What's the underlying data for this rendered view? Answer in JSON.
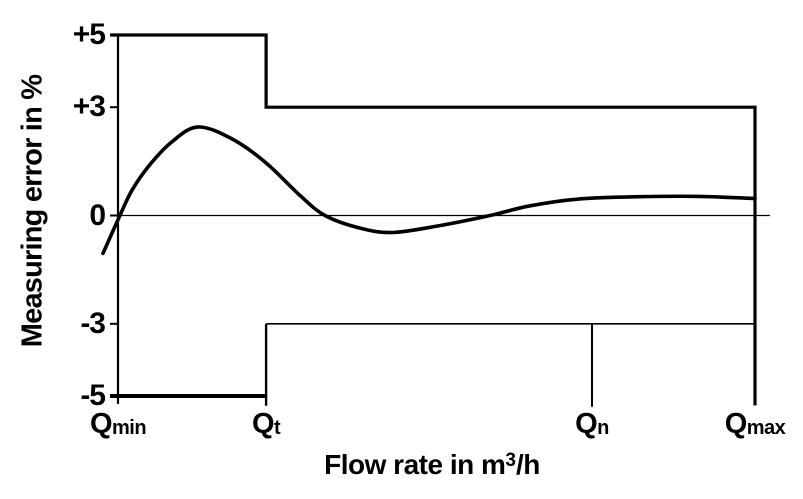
{
  "chart_data": {
    "type": "line",
    "title": "",
    "ylabel": "Measuring error in %",
    "xlabel": "Flow rate in m³/h",
    "xlabel_parts": {
      "pre": "Flow rate in m",
      "sup": "3",
      "post": "/h"
    },
    "background_color": "#ffffff",
    "line_color": "#000000",
    "grid": false,
    "legend": false,
    "y_axis": {
      "unit": "%",
      "ylim": [
        -5,
        5
      ],
      "ticks": [
        {
          "label": "+5",
          "value": 5
        },
        {
          "label": "+3",
          "value": 3
        },
        {
          "label": "0",
          "value": 0
        },
        {
          "label": "-3",
          "value": -3
        },
        {
          "label": "-5",
          "value": -5
        }
      ]
    },
    "x_axis": {
      "unit": "m³/h",
      "ticks": [
        {
          "label_main": "Q",
          "label_sub": "min",
          "u": 0.0
        },
        {
          "label_main": "Q",
          "label_sub": "t",
          "u": 0.2325
        },
        {
          "label_main": "Q",
          "label_sub": "n",
          "u": 0.7441
        },
        {
          "label_main": "Q",
          "label_sub": "max",
          "u": 1.0
        }
      ]
    },
    "error_limits": {
      "zone_low_flow": {
        "from_tick": "Qmin",
        "to_tick": "Qt",
        "limit_pct": 5
      },
      "zone_high_flow": {
        "from_tick": "Qt",
        "to_tick": "Qmax",
        "limit_pct": 3
      }
    },
    "limit_lines": [
      {
        "role": "upper-limit",
        "points": [
          [
            -0.0126,
            5
          ],
          [
            0.2325,
            5
          ],
          [
            0.2325,
            3
          ],
          [
            1,
            3
          ],
          [
            1,
            -5.26
          ]
        ]
      },
      {
        "role": "lower-limit-low",
        "points": [
          [
            -0.0126,
            -5
          ],
          [
            0.2325,
            -5
          ]
        ]
      },
      {
        "role": "lower-limit-step",
        "points": [
          [
            0.2325,
            -5.27
          ],
          [
            0.2325,
            -3
          ]
        ]
      },
      {
        "role": "lower-limit-high",
        "points": [
          [
            0.2325,
            -3
          ],
          [
            1,
            -3
          ]
        ]
      },
      {
        "role": "qn-tick",
        "points": [
          [
            0.7441,
            -3
          ],
          [
            0.7441,
            -5.3
          ]
        ]
      },
      {
        "role": "y-axis",
        "points": [
          [
            0,
            5
          ],
          [
            0,
            -5.22
          ]
        ]
      },
      {
        "role": "zero-line",
        "points": [
          [
            -0.0126,
            0
          ],
          [
            1.0236,
            0
          ]
        ]
      }
    ],
    "curve": {
      "name": "measuring error curve",
      "x_unit": "fraction of Qmin..Qmax span",
      "y_unit": "percent",
      "points": [
        [
          -0.0235,
          -1.05
        ],
        [
          0.003,
          0.0
        ],
        [
          0.022,
          0.7
        ],
        [
          0.047,
          1.34
        ],
        [
          0.082,
          2.0
        ],
        [
          0.124,
          2.45
        ],
        [
          0.176,
          2.15
        ],
        [
          0.231,
          1.48
        ],
        [
          0.286,
          0.55
        ],
        [
          0.325,
          0.0
        ],
        [
          0.38,
          -0.35
        ],
        [
          0.432,
          -0.47
        ],
        [
          0.505,
          -0.28
        ],
        [
          0.584,
          0.0
        ],
        [
          0.647,
          0.27
        ],
        [
          0.725,
          0.46
        ],
        [
          0.82,
          0.52
        ],
        [
          0.914,
          0.53
        ],
        [
          1.0,
          0.47
        ]
      ]
    }
  }
}
